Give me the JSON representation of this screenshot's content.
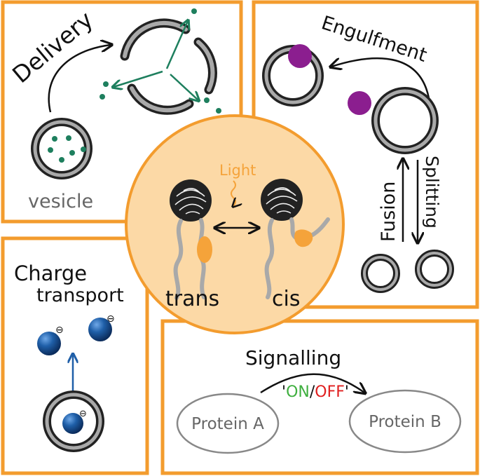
{
  "colors": {
    "panel_border": "#F39C2E",
    "center_fill": "#FCD9A6",
    "orange": "#F5A33A",
    "teal": "#1E7F5E",
    "purple": "#8B1E8F",
    "blue": "#1F5FA8",
    "gray": "#A9A9A9",
    "on": "#3FAF3F",
    "off": "#E01F1F",
    "ink": "#111111"
  },
  "panels": {
    "delivery": {
      "title": "Delivery",
      "vesicle_label": "vesicle"
    },
    "engulfment": {
      "title": "Engulfment",
      "fusion_label": "Fusion",
      "splitting_label": "Splitting"
    },
    "charge": {
      "title_line1": "Charge",
      "title_line2": "transport",
      "charge_symbol": "⊖"
    },
    "signalling": {
      "title": "Signalling",
      "on_label": "ON",
      "slash": "/",
      "off_label": "OFF",
      "quote_open": "'",
      "quote_close": "'",
      "protein_a": "Protein A",
      "protein_b": "Protein B"
    },
    "center": {
      "light_label": "Light",
      "trans_label": "trans",
      "cis_label": "cis"
    }
  }
}
